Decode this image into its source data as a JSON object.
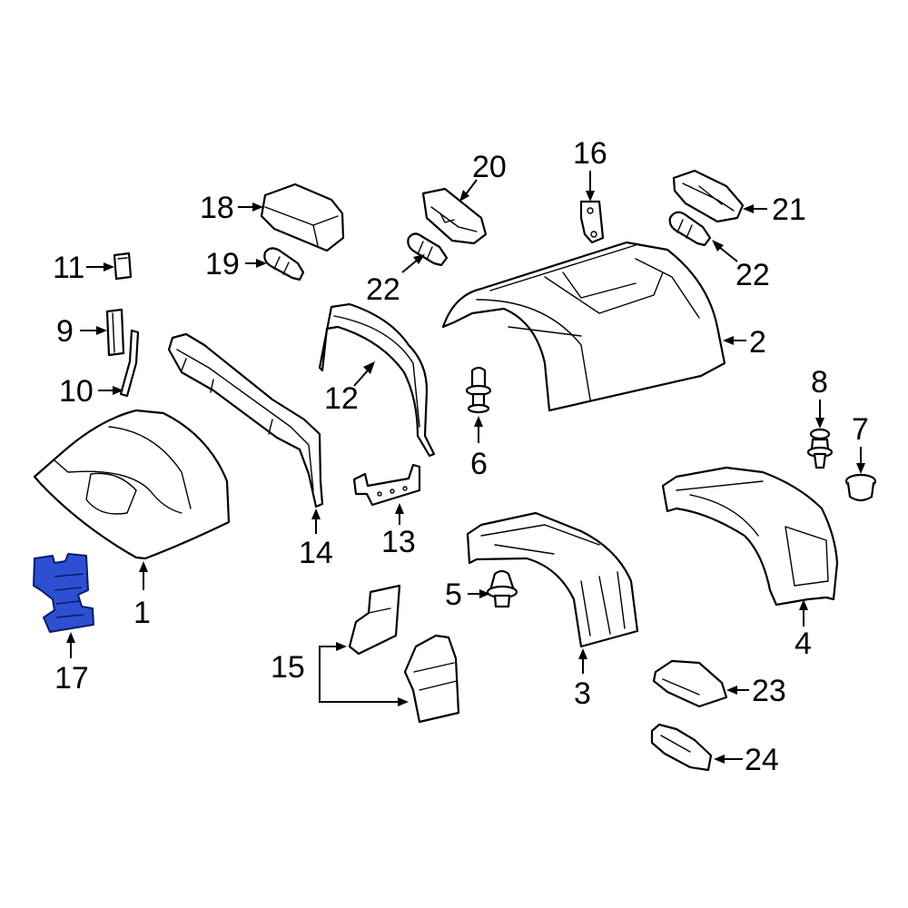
{
  "highlight_color": "#2d50d2",
  "callouts": {
    "c1": "1",
    "c2": "2",
    "c3": "3",
    "c4": "4",
    "c5": "5",
    "c6": "6",
    "c7": "7",
    "c8": "8",
    "c9": "9",
    "c10": "10",
    "c11": "11",
    "c12": "12",
    "c13": "13",
    "c14": "14",
    "c15": "15",
    "c16": "16",
    "c17": "17",
    "c18": "18",
    "c19": "19",
    "c20": "20",
    "c21": "21",
    "c22a": "22",
    "c22b": "22",
    "c23": "23",
    "c24": "24"
  }
}
